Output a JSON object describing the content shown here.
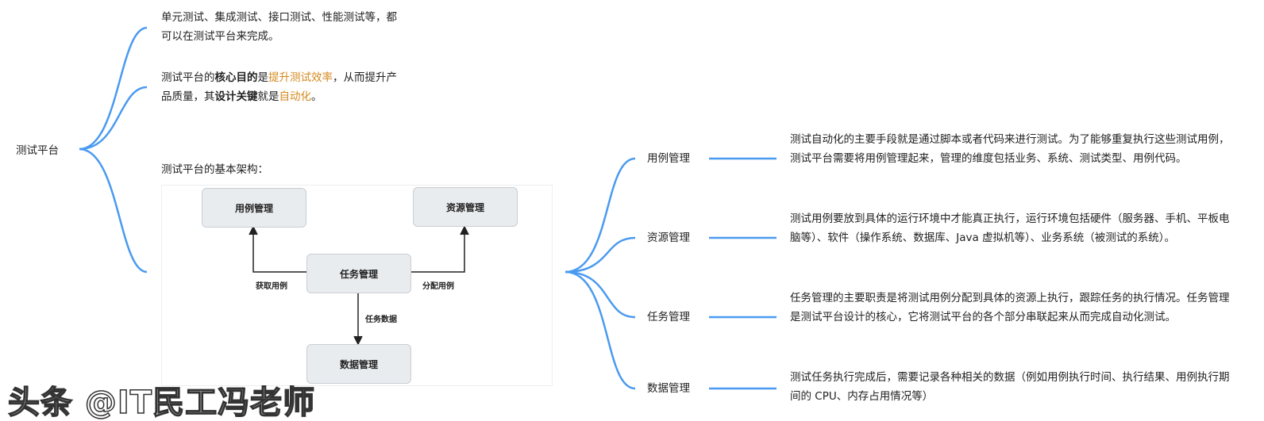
{
  "left": {
    "root": "测试平台",
    "note1": "单元测试、集成测试、接口测试、性能测试等，都可以在测试平台来完成。",
    "note2": {
      "p1": "测试平台的",
      "b1": "核心目的",
      "p2": "是",
      "o1": "提升测试效率",
      "p3": "，从而提升产品质量，其",
      "b2": "设计关键",
      "p4": "就是",
      "o2": "自动化",
      "p5": "。"
    },
    "arch_title": "测试平台的基本架构：",
    "arch": {
      "case": "用例管理",
      "resource": "资源管理",
      "task": "任务管理",
      "data": "数据管理",
      "fetch": "获取用例",
      "assign": "分配用例",
      "taskdata": "任务数据"
    }
  },
  "right": {
    "nodes": [
      {
        "label": "用例管理",
        "desc": "测试自动化的主要手段就是通过脚本或者代码来进行测试。为了能够重复执行这些测试用例，测试平台需要将用例管理起来，管理的维度包括业务、系统、测试类型、用例代码。"
      },
      {
        "label": "资源管理",
        "desc": "测试用例要放到具体的运行环境中才能真正执行，运行环境包括硬件（服务器、手机、平板电脑等）、软件（操作系统、数据库、Java 虚拟机等）、业务系统（被测试的系统）。"
      },
      {
        "label": "任务管理",
        "desc": "任务管理的主要职责是将测试用例分配到具体的资源上执行，跟踪任务的执行情况。任务管理是测试平台设计的核心，它将测试平台的各个部分串联起来从而完成自动化测试。"
      },
      {
        "label": "数据管理",
        "desc": "测试任务执行完成后，需要记录各种相关的数据（例如用例执行时间、执行结果、用例执行期间的 CPU、内存占用情况等）"
      }
    ]
  },
  "watermark": "头条 @IT民工冯老师",
  "line_color": "#4a9af0"
}
